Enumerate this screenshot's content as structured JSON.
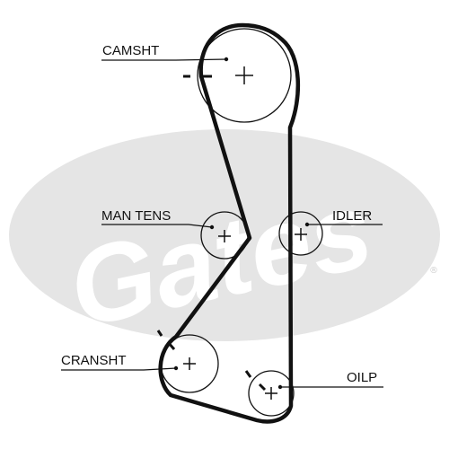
{
  "watermark": {
    "brand": "Gates",
    "registered_mark": "®",
    "ellipse_color": "#e5e5e5",
    "text_color": "#ffffff",
    "mark_color": "#cfcfcf"
  },
  "diagram": {
    "belt_color": "#111111",
    "labels": {
      "camshaft": "CAMSHT",
      "tensioner": "MAN TENS",
      "idler": "IDLER",
      "crankshaft": "CRANSHT",
      "oil_pump": "OILP"
    }
  }
}
